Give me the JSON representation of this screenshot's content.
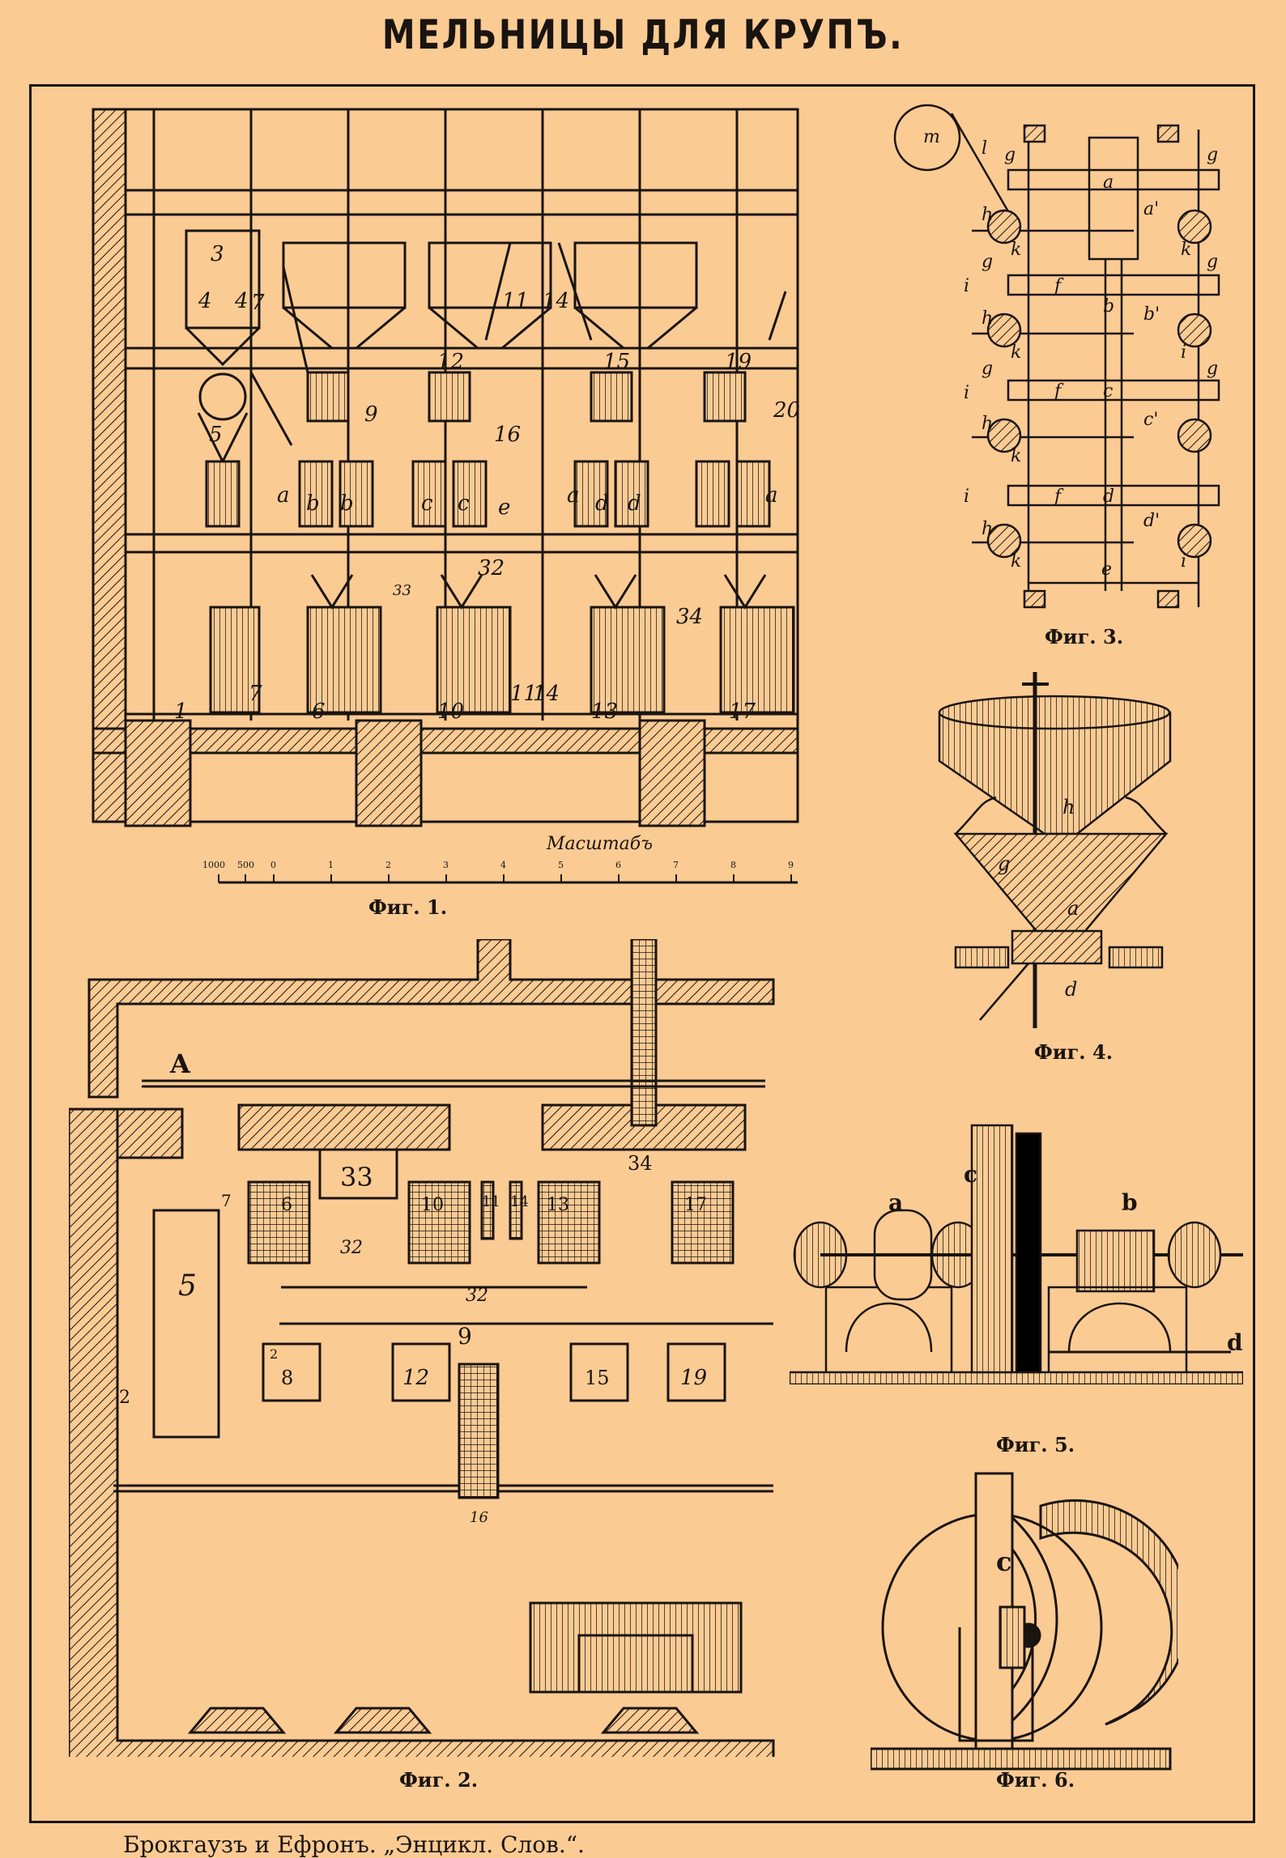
{
  "title": "МЕЛЬНИЦЫ ДЛЯ КРУПЪ.",
  "figures": [
    {
      "id": "fig1",
      "label": "Фиг. 1."
    },
    {
      "id": "fig2",
      "label": "Фиг. 2."
    },
    {
      "id": "fig3",
      "label": "Фиг. 3."
    },
    {
      "id": "fig4",
      "label": "Фиг. 4."
    },
    {
      "id": "fig5",
      "label": "Фиг. 5."
    },
    {
      "id": "fig6",
      "label": "Фиг. 6."
    }
  ],
  "scale": {
    "label": "Масштабъ",
    "ticks": [
      "1000",
      "500",
      "0",
      "1",
      "2",
      "3",
      "4",
      "5",
      "6",
      "7",
      "8",
      "9"
    ]
  },
  "fig1_labels": [
    "3",
    "4",
    "4",
    "7",
    "5",
    "a",
    "b",
    "b",
    "9",
    "11",
    "14",
    "12",
    "15",
    "19",
    "20",
    "c",
    "c",
    "16",
    "e",
    "a",
    "d",
    "d",
    "a",
    "32",
    "33",
    "34",
    "1",
    "7",
    "6",
    "10",
    "11",
    "14",
    "13",
    "17"
  ],
  "fig2_labels": [
    "A",
    "33",
    "34",
    "7",
    "6",
    "10",
    "11",
    "14",
    "13",
    "17",
    "5",
    "32",
    "32",
    "9",
    "2",
    "8",
    "12",
    "15",
    "19",
    "2",
    "16"
  ],
  "fig3_labels": [
    "m",
    "l",
    "g",
    "g",
    "a",
    "a'",
    "h",
    "k",
    "k",
    "g",
    "f",
    "g",
    "i",
    "b",
    "b'",
    "h",
    "k",
    "i",
    "g",
    "g",
    "i",
    "c",
    "c'",
    "f",
    "h",
    "k",
    "i",
    "f",
    "d",
    "d'",
    "h",
    "k",
    "i",
    "e"
  ],
  "fig4_labels": [
    "h",
    "g",
    "a",
    "d"
  ],
  "fig5_labels": [
    "a",
    "c",
    "b",
    "d"
  ],
  "fig6_labels": [
    "c"
  ],
  "publisher": "Брокгаузъ и Ефронъ. „Энцикл. Слов.“."
}
